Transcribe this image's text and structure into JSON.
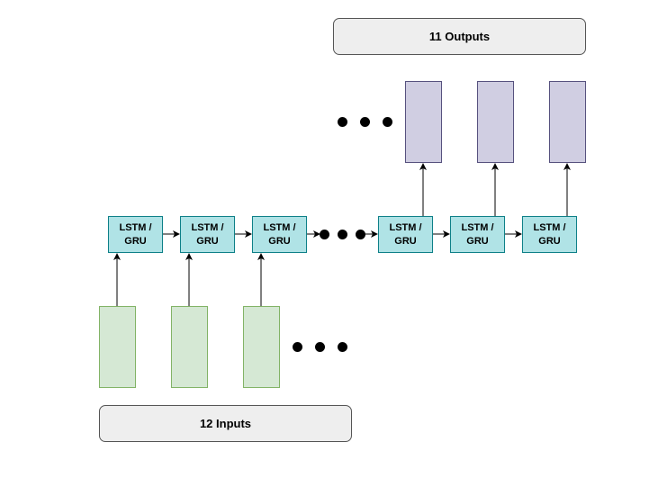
{
  "outputs_banner": {
    "label": "11 Outputs"
  },
  "inputs_banner": {
    "label": "12 Inputs"
  },
  "cells": [
    {
      "label": "LSTM /\nGRU"
    },
    {
      "label": "LSTM /\nGRU"
    },
    {
      "label": "LSTM /\nGRU"
    },
    {
      "label": "LSTM /\nGRU"
    },
    {
      "label": "LSTM /\nGRU"
    },
    {
      "label": "LSTM /\nGRU"
    }
  ],
  "colors": {
    "cell_fill": "#b0e3e6",
    "cell_stroke": "#0e8088",
    "input_fill": "#d5e8d4",
    "input_stroke": "#82b366",
    "output_fill": "#d0cee2",
    "output_stroke": "#56517e",
    "banner_fill": "#eeeeee"
  }
}
